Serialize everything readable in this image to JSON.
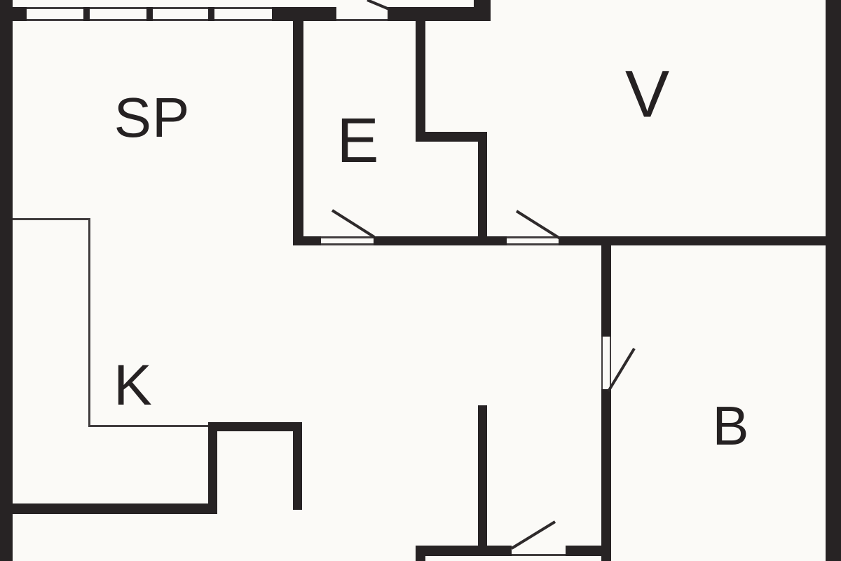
{
  "plan": {
    "type": "floor-plan",
    "rooms": {
      "sp": {
        "label": "SP"
      },
      "e": {
        "label": "E"
      },
      "v": {
        "label": "V"
      },
      "k": {
        "label": "K"
      },
      "b": {
        "label": "B"
      }
    },
    "features": {
      "window_panes": 4,
      "door_swings": 5
    },
    "colors": {
      "wall": "#272324",
      "background": "#fbfaf7",
      "thin_line": "#413d3e"
    }
  }
}
